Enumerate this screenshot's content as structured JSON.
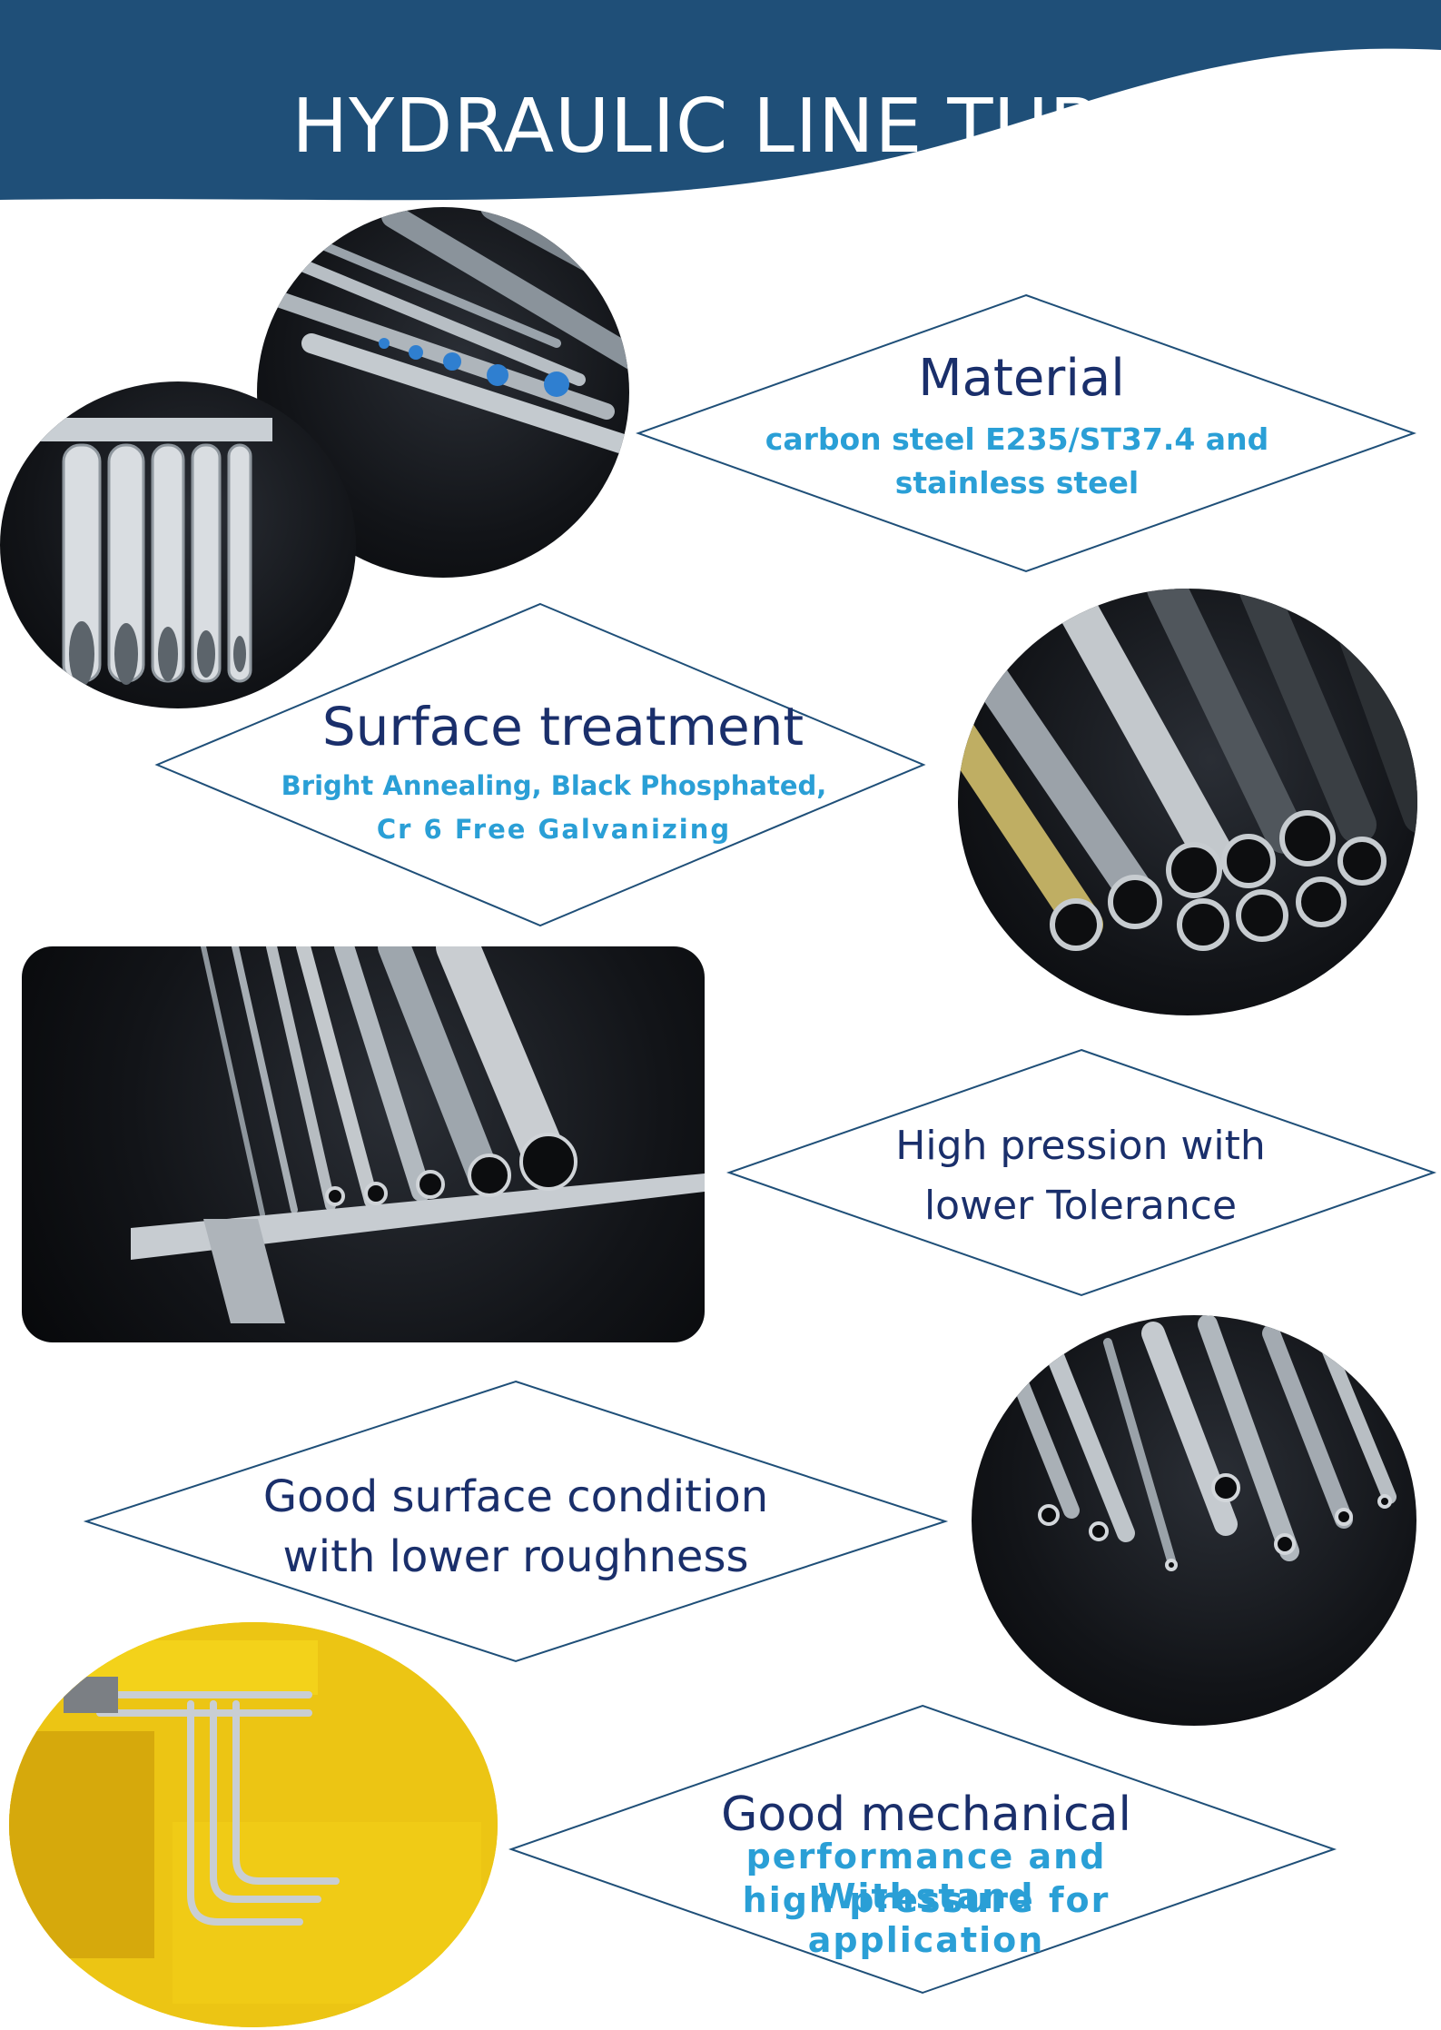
{
  "header": {
    "title": "HYDRAULIC LINE TUBE"
  },
  "features": [
    {
      "heading": "Material",
      "detail": "carbon steel E235/ST37.4 and stainless steel"
    },
    {
      "heading": "Surface treatment",
      "detail_line1": "Bright Annealing, Black Phosphated,",
      "detail_line2": "Cr 6 Free Galvanizing"
    },
    {
      "heading_line1": "High pression with",
      "heading_line2": "lower Tolerance"
    },
    {
      "heading_line1": "Good surface condition",
      "heading_line2": "with lower roughness"
    },
    {
      "heading": "Good mechanical",
      "detail_line1": "performance and Withstand",
      "detail_line2": "high pressure for application"
    }
  ],
  "colors": {
    "banner": "#1f4f78",
    "heading": "#1a2f6b",
    "detail": "#2a9fd6",
    "diamond_stroke": "#1f4f78"
  },
  "images": [
    "tube-bundle-blue-caps-photo",
    "polished-tube-ends-photo",
    "colored-tube-ends-photo",
    "tubes-with-caliper-photo",
    "small-tube-ends-photo",
    "excavator-hydraulic-lines-photo"
  ]
}
